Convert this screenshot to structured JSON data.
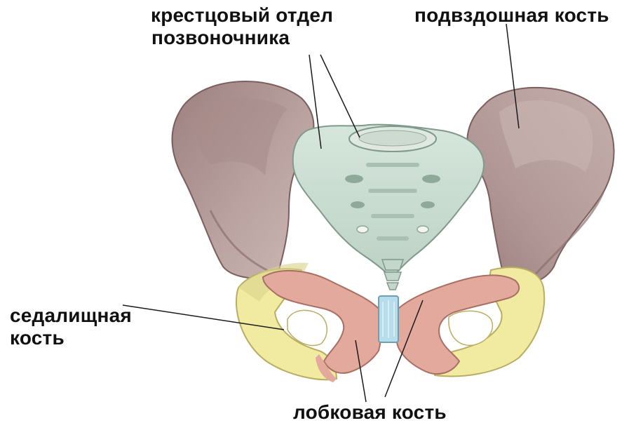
{
  "labels": {
    "sacrum": {
      "line1": "крестцовый отдел",
      "line2": "позвоночника"
    },
    "ilium": {
      "text": "подвздошная кость"
    },
    "ischium": {
      "line1": "седалищная",
      "line2": "кость"
    },
    "pubis": {
      "text": "лобковая кость"
    }
  },
  "colors": {
    "ilium": "#b39a98",
    "ilium_shadow": "#8d6f6e",
    "sacrum": "#c9dccf",
    "sacrum_shadow": "#9fb7aa",
    "pubis": "#e3aa9d",
    "ischium": "#f0eaa0",
    "symphysis": "#b8dcea",
    "leader": "#1a1a1a"
  }
}
